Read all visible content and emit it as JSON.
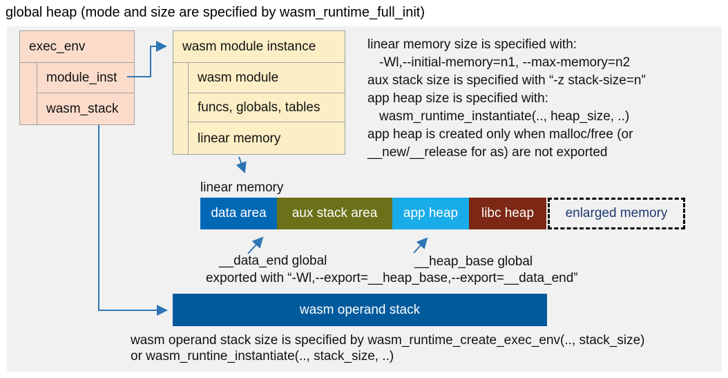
{
  "title": "global heap (mode and size are specified by wasm_runtime_full_init)",
  "colors": {
    "panel_bg": "#F1F1F1",
    "arrow_blue": "#2E75B6",
    "struct_box_fill": "#FBDCCB",
    "struct_box_border": "#A0A0A0",
    "instance_box_fill": "#FCEFC6",
    "dashed_border": "#000000"
  },
  "exec_env": {
    "title": "exec_env",
    "fields": [
      "module_inst",
      "wasm_stack"
    ]
  },
  "module_instance": {
    "title": "wasm module instance",
    "fields": [
      "wasm module",
      "funcs, globals, tables",
      "linear memory"
    ]
  },
  "notes_right": {
    "lines": [
      "linear memory size is specified with:",
      "-Wl,--initial-memory=n1, --max-memory=n2",
      "aux stack size is specified with “-z stack-size=n”",
      "app heap size is specified with:",
      "wasm_runtime_instantiate(.., heap_size, ..)",
      "app heap is created only when malloc/free (or",
      "__new/__release for as) are not exported"
    ]
  },
  "linear_memory": {
    "label": "linear memory",
    "segments": [
      {
        "label": "data area",
        "color": "#0068B5",
        "text_color": "#FFFFFF"
      },
      {
        "label": "aux stack area",
        "color": "#6B7118",
        "text_color": "#FFFFFF"
      },
      {
        "label": "app heap",
        "color": "#18ACE8",
        "text_color": "#FFFFFF"
      },
      {
        "label": "libc heap",
        "color": "#7C2814",
        "text_color": "#FFFFFF"
      },
      {
        "label": "enlarged memory",
        "color": "transparent",
        "text_color": "#1F3970",
        "border": "dashed"
      }
    ]
  },
  "annotations": {
    "data_end": "__data_end global",
    "heap_base": "__heap_base global",
    "export_line": "exported with “-Wl,--export=__heap_base,--export=__data_end”"
  },
  "operand_stack": {
    "label": "wasm operand stack",
    "color": "#005A9C",
    "text_color": "#FFFFFF"
  },
  "notes_bottom": {
    "lines": [
      "wasm operand stack size is specified by wasm_runtime_create_exec_env(.., stack_size)",
      "or wasm_runtine_instantiate(.., stack_size, ..)"
    ]
  }
}
